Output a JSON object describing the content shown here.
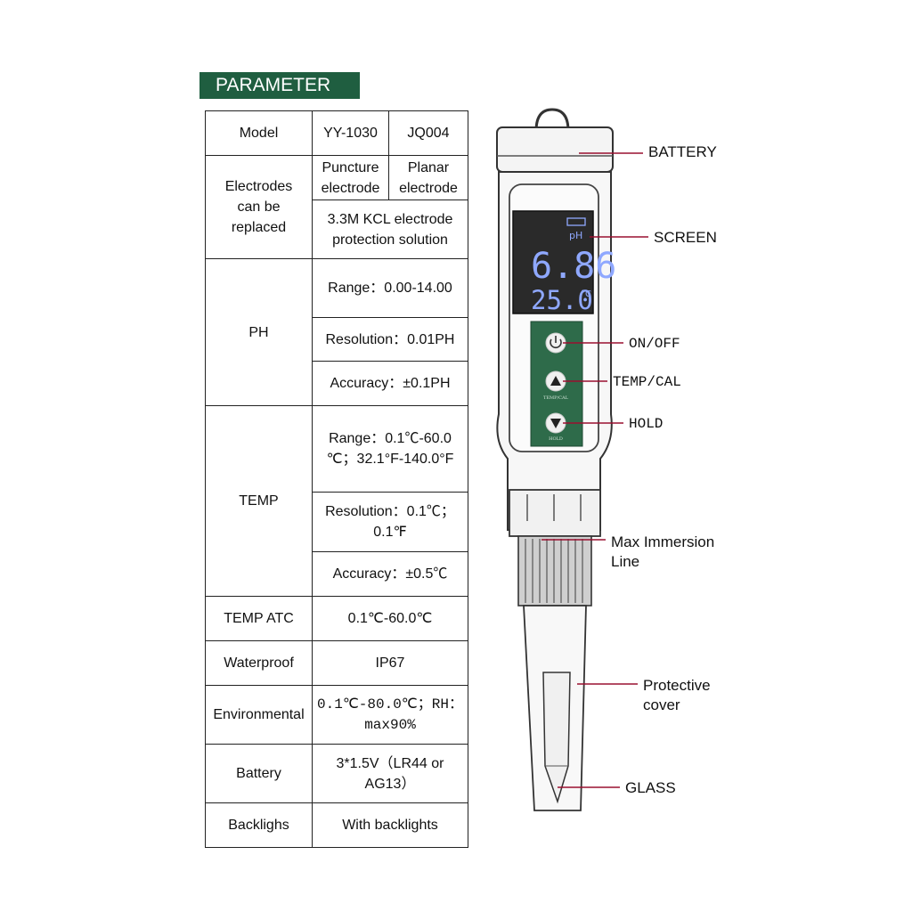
{
  "header": {
    "title": "PARAMETER"
  },
  "table": {
    "model": {
      "label": "Model",
      "v1": "YY-1030",
      "v2": "JQ004"
    },
    "electrodes": {
      "label_l1": "Electrodes",
      "label_l2": "can be",
      "label_l3": "replaced",
      "a1": "Puncture",
      "a2": "electrode",
      "b1": "Planar",
      "b2": "electrode",
      "c1": "3.3M KCL electrode",
      "c2": "protection solution"
    },
    "ph": {
      "label": "PH",
      "range": "Range：0.00-14.00",
      "resolution": "Resolution：0.01PH",
      "accuracy": "Accuracy：±0.1PH"
    },
    "temp": {
      "label": "TEMP",
      "range1": "Range：0.1℃-60.0",
      "range2": "℃；32.1°F-140.0°F",
      "res1": "Resolution：0.1℃；",
      "res2": "0.1℉",
      "accuracy": "Accuracy：±0.5℃"
    },
    "atc": {
      "label": "TEMP ATC",
      "value": "0.1℃-60.0℃"
    },
    "waterproof": {
      "label": "Waterproof",
      "value": "IP67"
    },
    "env": {
      "label": "Environmental",
      "v1": "0.1℃-80.0℃；RH：",
      "v2": "max90%"
    },
    "battery": {
      "label": "Battery",
      "v1": "3*1.5V（LR44 or",
      "v2": "AG13）"
    },
    "backlight": {
      "label": "Backlighs",
      "value": "With backlights"
    }
  },
  "device": {
    "screen": {
      "unit": "pH",
      "reading": "6.86",
      "temp": "25.0",
      "temp_unit": "°C"
    },
    "button_captions": {
      "temp_cal": "TEMP/CAL",
      "hold": "HOLD"
    }
  },
  "callouts": {
    "battery": "BATTERY",
    "screen": "SCREEN",
    "onoff": "ON/OFF",
    "tempcal": "TEMP/CAL",
    "hold": "HOLD",
    "immersion1": "Max Immersion",
    "immersion2": "Line",
    "cover1": "Protective",
    "cover2": "cover",
    "glass": "GLASS"
  },
  "colors": {
    "header_bg": "#1f5e40",
    "panel_green": "#2e6b4a",
    "lcd_digits": "#8fa8ff",
    "callout_line": "#9a1030"
  }
}
